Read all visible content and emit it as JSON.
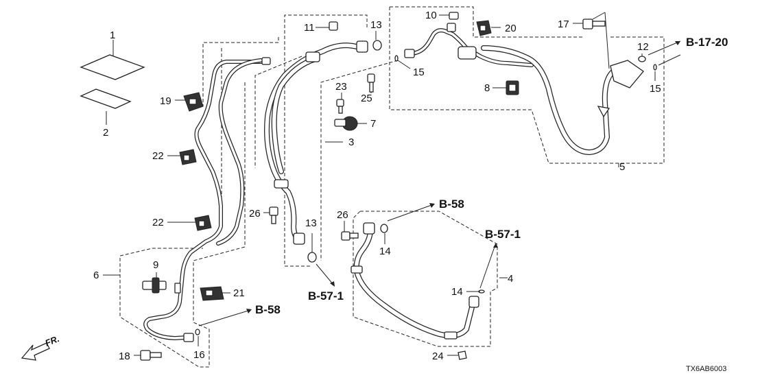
{
  "callouts": {
    "c1": "1",
    "c2": "2",
    "c3": "3",
    "c4": "4",
    "c5": "5",
    "c6": "6",
    "c7": "7",
    "c8": "8",
    "c9": "9",
    "c10": "10",
    "c11": "11",
    "c12": "12",
    "c13a": "13",
    "c13b": "13",
    "c14a": "14",
    "c14b": "14",
    "c15a": "15",
    "c15b": "15",
    "c16": "16",
    "c17": "17",
    "c18": "18",
    "c19": "19",
    "c20": "20",
    "c21": "21",
    "c22a": "22",
    "c22b": "22",
    "c23": "23",
    "c24": "24",
    "c25": "25",
    "c26a": "26",
    "c26b": "26"
  },
  "references": {
    "b1720": "B-17-20",
    "b58_top": "B-58",
    "b58_left": "B-58",
    "b571_mid": "B-57-1",
    "b571_right": "B-57-1"
  },
  "front_label": "FR.",
  "diagram_code": "TX6AB6003"
}
